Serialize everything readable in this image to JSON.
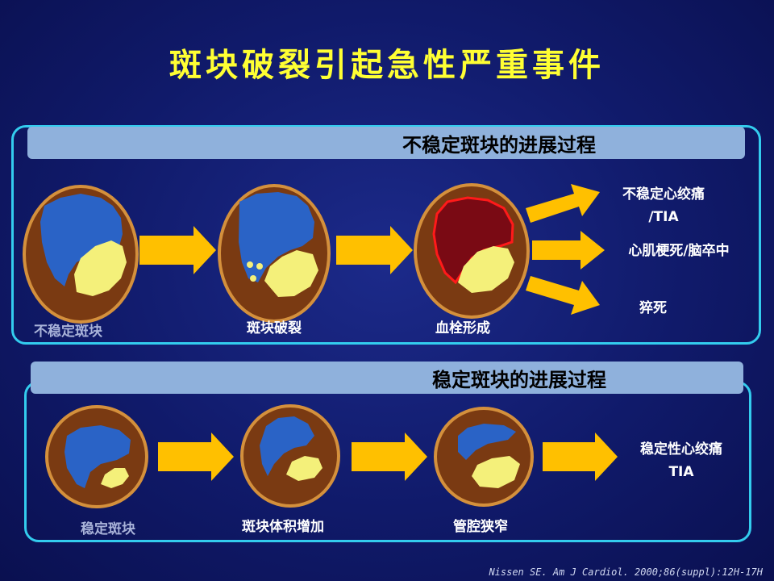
{
  "title": "斑块破裂引起急性严重事件",
  "unstable": {
    "header": "不稳定斑块的进展过程",
    "stages": [
      "不稳定斑块",
      "斑块破裂",
      "血栓形成"
    ],
    "outcomes": [
      "不稳定心绞痛",
      "/TIA",
      "心肌梗死/脑卒中",
      "猝死"
    ]
  },
  "stable": {
    "header": "稳定斑块的进展过程",
    "stages": [
      "稳定斑块",
      "斑块体积增加",
      "管腔狭窄"
    ],
    "outcomes": [
      "稳定性心绞痛",
      "TIA"
    ]
  },
  "citation": "Nissen SE.  Am J Cardiol.  2000;86(suppl):12H-17H",
  "colors": {
    "background": "#131d72",
    "title": "#ffff33",
    "panel_border": "#33ccee",
    "header_bar": "#8fb1dc",
    "vessel_wall": "#7a3a12",
    "vessel_rim": "#d4903c",
    "lumen": "#2a63c6",
    "plaque": "#f4f07a",
    "thrombus": "#7a0a14",
    "arrow": "#ffc000"
  }
}
